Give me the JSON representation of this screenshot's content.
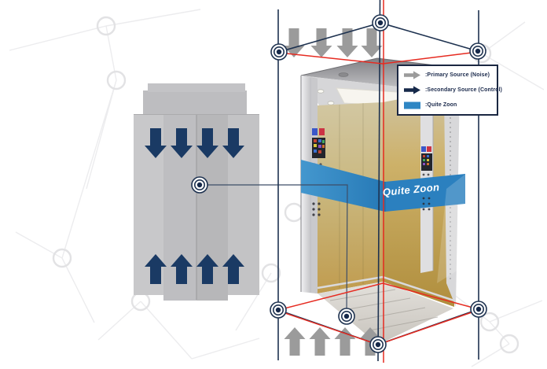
{
  "legend": {
    "items": [
      {
        "icon": "primary-source-arrow-icon",
        "color": "#9b9b9b",
        "label": ":Primary Source (Noise)"
      },
      {
        "icon": "secondary-source-arrow-icon",
        "color": "#16294a",
        "label": ":Secondary Source (Control)"
      },
      {
        "icon": "quiet-zone-swatch-icon",
        "color": "#2e86c4",
        "label": ":Quite Zoon"
      }
    ]
  },
  "banner": {
    "text": "Quite Zoon"
  },
  "colors": {
    "primary_source_arrow": "#9b9b9b",
    "secondary_source_arrow": "#1a3a64",
    "quiet_zone_band": "#2e86c4",
    "frame_line_navy": "#1e3250",
    "guide_line_red": "#e62b21",
    "schematic_gray": "#c6c6c8"
  },
  "diagram": {
    "schematic_down_arrows": 4,
    "schematic_up_arrows": 4,
    "cabin_top_noise_arrows": 4,
    "cabin_bottom_noise_arrows": 4,
    "target_markers": 8
  }
}
